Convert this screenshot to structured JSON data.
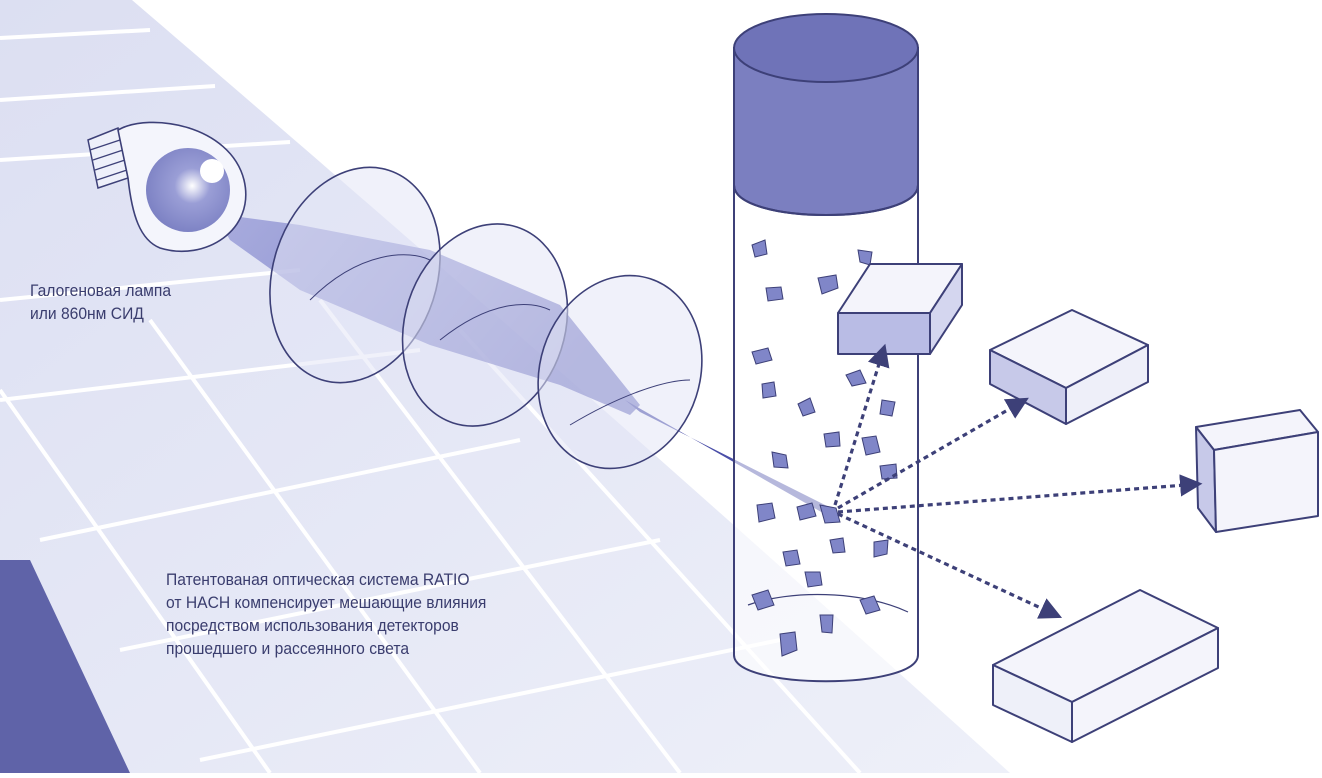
{
  "labels": {
    "lamp": [
      "Галогеновая лампа",
      "или 860нм СИД"
    ],
    "description": [
      "Патентованая оптическая система RATIO",
      "от HACH компенсирует мешающие влияния",
      "посредством использования детекторов",
      "прошедшего и рассеянного света"
    ]
  },
  "colors": {
    "background": "#ffffff",
    "floor": "#e9eaf6",
    "floor_lines": "#ffffff",
    "beam": "#6e72c4",
    "lens_fill": "#dfe1f4",
    "lens_stroke": "#3d4078",
    "vial_cap": "#7b7fc0",
    "particle": "#7f84c6",
    "detector_top": "#f4f4fb",
    "detector_side": "#c7c9e9",
    "arrow": "#3d4078",
    "text": "#3a3d6e"
  },
  "icons": [
    "lamp-icon",
    "lens-icon",
    "sample-vial-icon",
    "particle-icon",
    "detector-icon"
  ]
}
